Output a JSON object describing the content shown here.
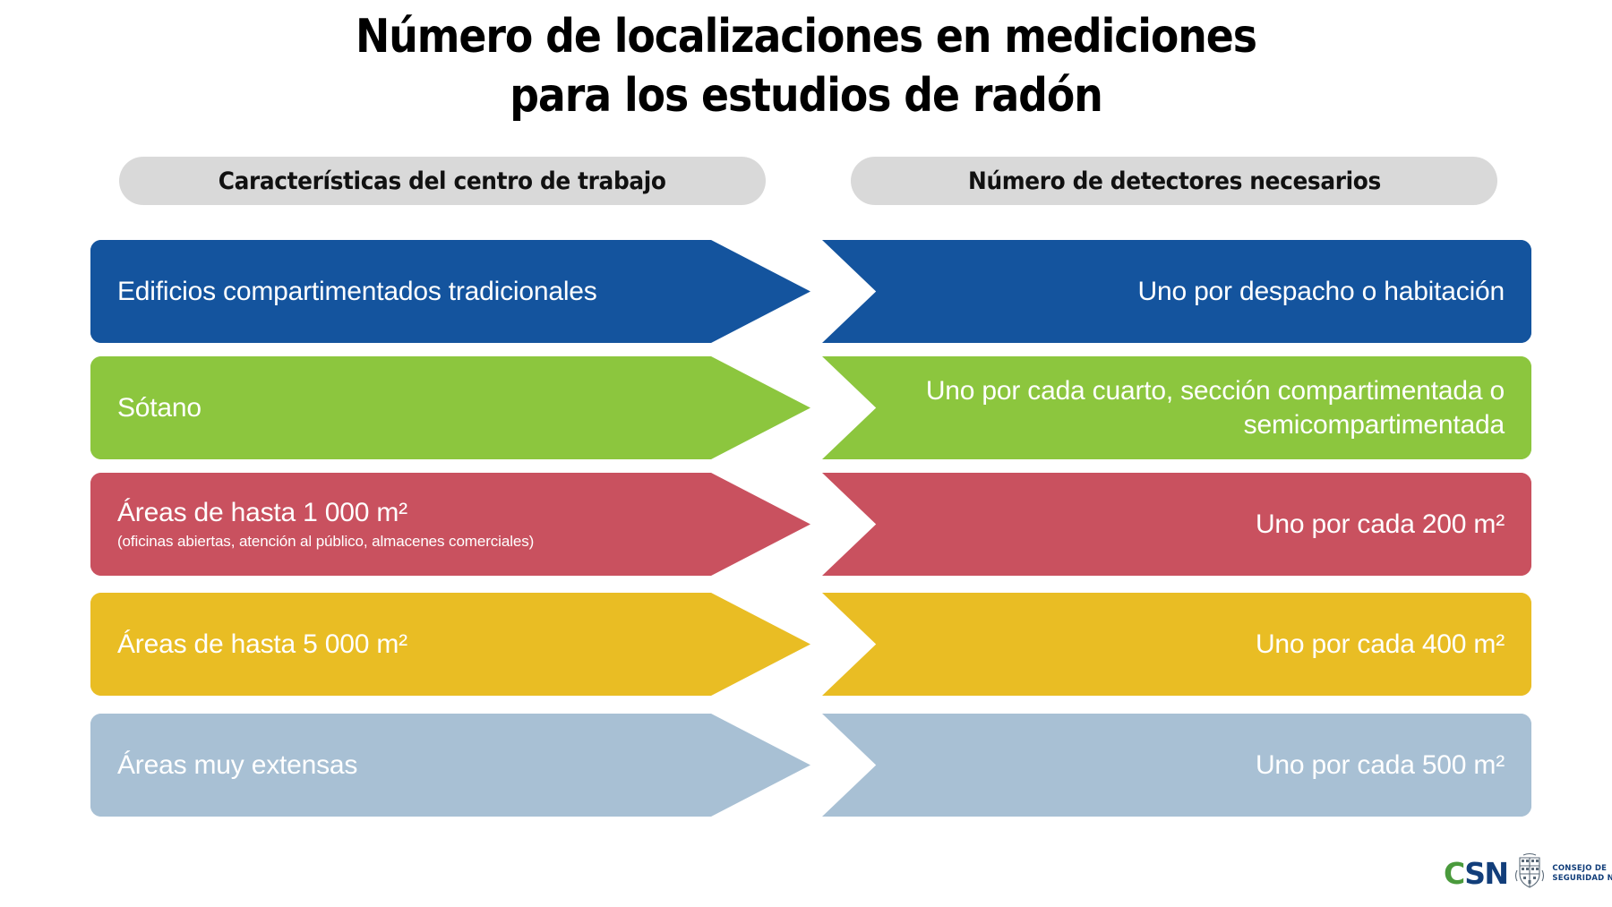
{
  "title": {
    "line1": "Número de localizaciones en mediciones",
    "line2": "para los estudios de radón"
  },
  "headers": {
    "left": "Características del centro de trabajo",
    "right": "Número de detectores necesarios"
  },
  "colors": {
    "blue": "#14549e",
    "green": "#8cc63e",
    "red": "#c9515f",
    "yellow": "#e9bd24",
    "steel": "#a8c0d4",
    "pill_bg": "#d9d9d9",
    "csn_green": "#4a9a3c",
    "csn_blue": "#123e7a"
  },
  "rows": [
    {
      "label": "Edificios compartimentados tradicionales",
      "sublabel": "",
      "icon": "office-buildings-icon",
      "value": "Uno por despacho o habitación",
      "color": "#14549e"
    },
    {
      "label": "Sótano",
      "sublabel": "",
      "icon": "basement-house-down-arrow-icon",
      "value": "Uno por cada cuarto, sección compartimentada o semicompartimentada",
      "color": "#8cc63e"
    },
    {
      "label": "Áreas de hasta 1 000 m²",
      "sublabel": "(oficinas abiertas, atención al público, almacenes comerciales)",
      "icon": "reception-desk-people-icon",
      "value": "Uno por cada 200 m²",
      "color": "#c9515f"
    },
    {
      "label": "Áreas de hasta 5 000 m²",
      "sublabel": "",
      "icon": "factory-icon",
      "value": "Uno por cada 400 m²",
      "color": "#e9bd24"
    },
    {
      "label": "Áreas muy extensas",
      "sublabel": "",
      "icon": "stadium-aerial-icon",
      "value": "Uno por cada 500 m²",
      "color": "#a8c0d4"
    }
  ],
  "logo": {
    "acronym_first": "C",
    "acronym_rest": "SN",
    "line1": "CONSEJO DE",
    "line2": "SEGURIDAD NUCLEAR"
  }
}
